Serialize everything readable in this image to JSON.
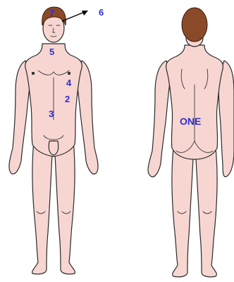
{
  "labels": {
    "front": [
      "7",
      "6",
      "5",
      "4",
      "2",
      "3"
    ],
    "back": "ONE"
  },
  "colors": {
    "skin": "#f7d6d2",
    "hair": "#8a4a2a",
    "label": "#2f2fd0"
  }
}
